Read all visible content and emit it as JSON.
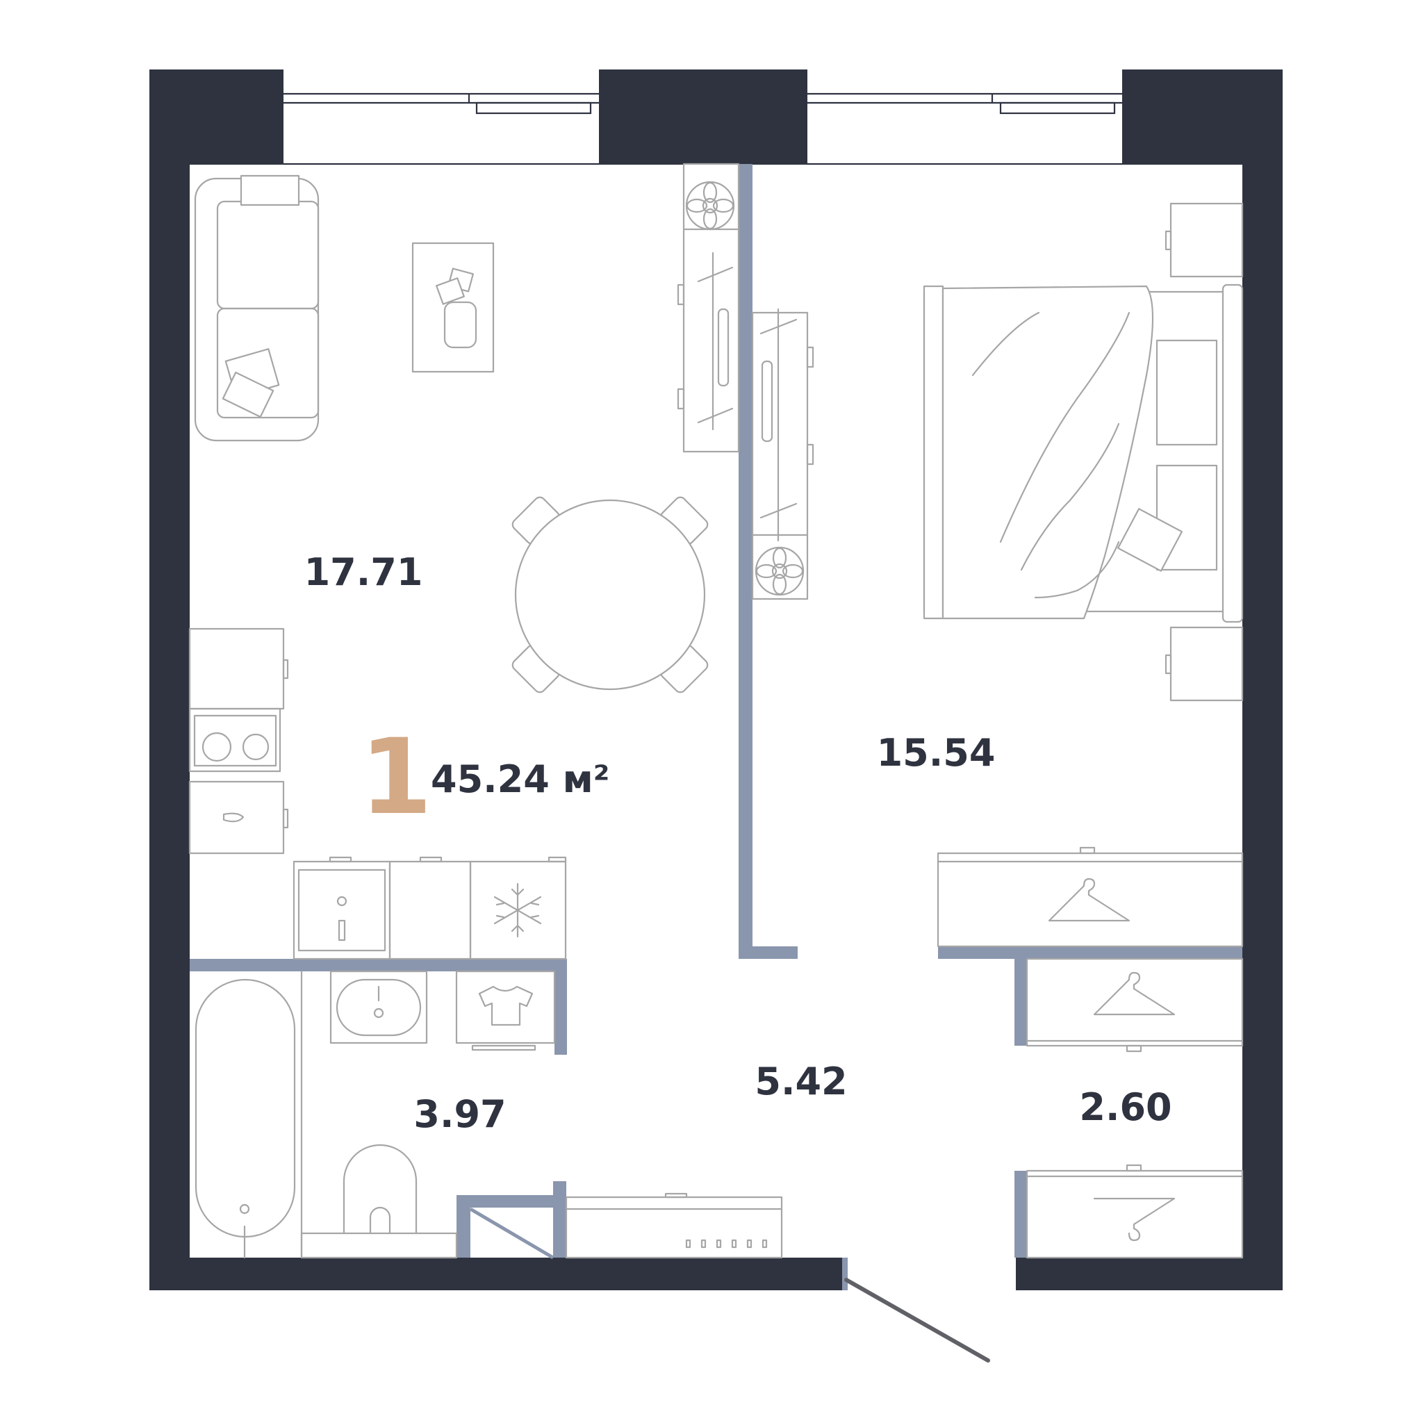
{
  "colors": {
    "wall": "#2f3340",
    "partition": "#8a96ad",
    "furniture": "#a6a6a6",
    "room_count_accent": "#d4a986",
    "text": "#2f3340"
  },
  "plan": {
    "room_count": "1",
    "total_area": "45.24 м²",
    "rooms": [
      {
        "id": "living-kitchen",
        "area": "17.71"
      },
      {
        "id": "bedroom",
        "area": "15.54"
      },
      {
        "id": "hallway",
        "area": "5.42"
      },
      {
        "id": "bathroom",
        "area": "3.97"
      },
      {
        "id": "wardrobe",
        "area": "2.60"
      }
    ]
  }
}
